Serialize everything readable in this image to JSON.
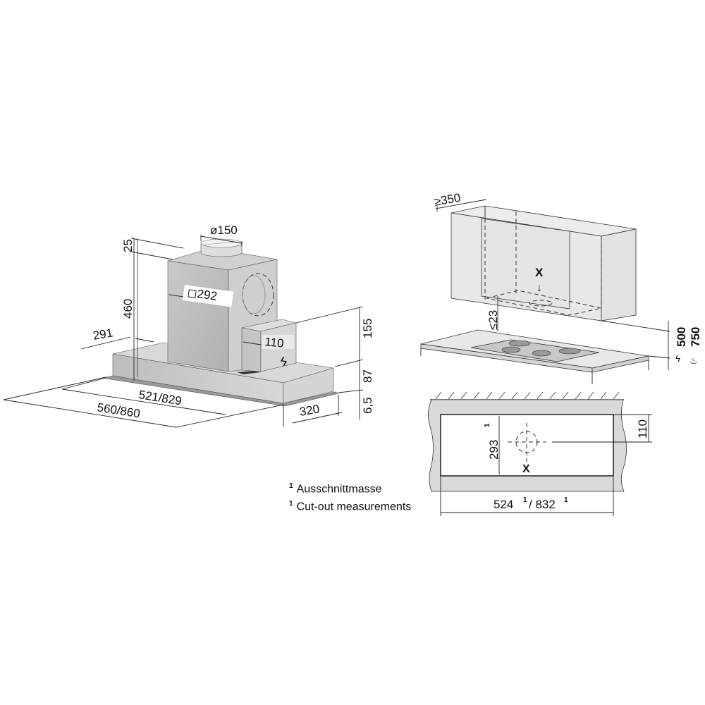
{
  "hood": {
    "dims": {
      "duct_diameter": "ø150",
      "top_spigot": "25",
      "height": "460",
      "tower_width": "◻292",
      "tower_offset": "291",
      "box_width": "110",
      "box_height": "155",
      "canopy_height": "87",
      "glass_thickness": "6,5",
      "inner_width": "521/829",
      "outer_width": "560/860",
      "depth": "320"
    }
  },
  "installation": {
    "dims": {
      "cabinet_depth": "≥350",
      "marker": "X",
      "recess": "≤23",
      "min_height_electric": "500",
      "min_height_gas": "750"
    }
  },
  "cutout": {
    "dims": {
      "depth": "293",
      "offset": "110",
      "marker": "X",
      "width": "524",
      "width_alt": "/ 832",
      "footnote_mark": "1"
    }
  },
  "legend": [
    {
      "mark": "1",
      "text": "Ausschnittmasse"
    },
    {
      "mark": "1",
      "text": "Cut-out measurements"
    }
  ]
}
